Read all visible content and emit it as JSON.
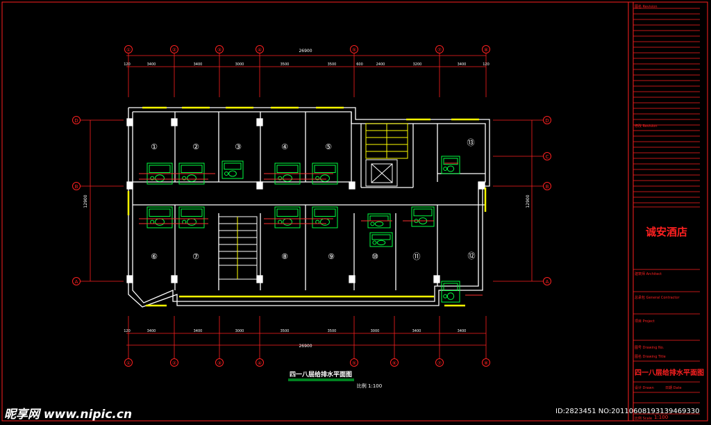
{
  "drawing": {
    "title": "四一八层给排水平面图",
    "scale_label": "比例 1:100",
    "overall_dim_top": "26900",
    "overall_dim_bottom": "26900",
    "vertical_dim_left": "12900",
    "vertical_dim_right": "12900",
    "grid_top": [
      "①",
      "②",
      "③",
      "④",
      "⑤",
      "⑦",
      "⑧"
    ],
    "grid_bottom": [
      "①",
      "②",
      "③",
      "④",
      "⑤",
      "⑥",
      "⑦",
      "⑧"
    ],
    "grid_side": [
      "D",
      "C",
      "B",
      "A"
    ],
    "dims_top": [
      "120",
      "3400",
      "3400",
      "3000",
      "3500",
      "3500",
      "600",
      "2400",
      "3200",
      "3400",
      "120"
    ],
    "dims_bottom": [
      "120",
      "3400",
      "3400",
      "3000",
      "3500",
      "3500",
      "3000",
      "3400",
      "3400"
    ],
    "rooms": [
      "①",
      "②",
      "③",
      "④",
      "⑤",
      "⑥",
      "⑦",
      "⑧",
      "⑨",
      "⑩",
      "⑪",
      "⑫",
      "⑬"
    ]
  },
  "title_block": {
    "header_label": "图名 Revision",
    "revision_label": "修改 Revision",
    "project_name": "诚安酒店",
    "architect_label": "建筑师 Architect",
    "contractor_label": "总承包 General Contractor",
    "project_label": "项目 Project",
    "drawing_no_label": "图号 Drawing No.",
    "drawing_title_label": "图名 Drawing Title",
    "drawing_title": "四一八层给排水平面图",
    "drawn_label": "设计 Drawn",
    "date_label": "日期 Date",
    "scale_label": "比例 Scale",
    "scale_value": "1:100"
  },
  "watermark": {
    "site": "昵享网 www.nipic.cn",
    "id_text": "ID:2823451 NO:20110608193139469330"
  },
  "colors": {
    "background": "#000000",
    "frame": "#ff2020",
    "wall": "#ffffff",
    "window": "#ffff00",
    "fixture": "#00ff40",
    "pipe": "#ff3030",
    "text_cyan": "#00ffff",
    "grid_line": "#ff2020"
  }
}
